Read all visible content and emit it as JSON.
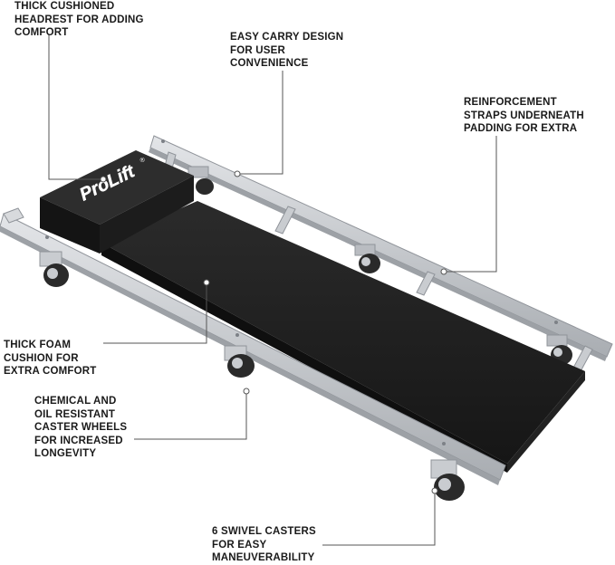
{
  "brand": {
    "logo_text": "ProLift",
    "trademark": "®"
  },
  "colors": {
    "frame": "#c9ccd0",
    "frame_shadow": "#9da1a6",
    "pad": "#1e1e1e",
    "pad_edge": "#353535",
    "wheel": "#2a2a2a",
    "leader_line": "#555555",
    "text": "#1a1a1a"
  },
  "callouts": {
    "headrest": {
      "lines": [
        "THICK CUSHIONED",
        "HEADREST FOR ADDING",
        "COMFORT"
      ]
    },
    "carry": {
      "lines": [
        "EASY CARRY DESIGN",
        "FOR USER",
        "CONVENIENCE"
      ]
    },
    "straps": {
      "lines": [
        "REINFORCEMENT",
        "STRAPS UNDERNEATH",
        "PADDING FOR EXTRA"
      ]
    },
    "foam": {
      "lines": [
        "THICK FOAM",
        "CUSHION FOR",
        "EXTRA COMFORT"
      ]
    },
    "wheels": {
      "lines": [
        "CHEMICAL AND",
        "OIL RESISTANT",
        "CASTER WHEELS",
        "FOR INCREASED",
        "LONGEVITY"
      ]
    },
    "swivel": {
      "lines": [
        "6 SWIVEL CASTERS",
        "FOR EASY",
        "MANEUVERABILITY"
      ]
    }
  }
}
